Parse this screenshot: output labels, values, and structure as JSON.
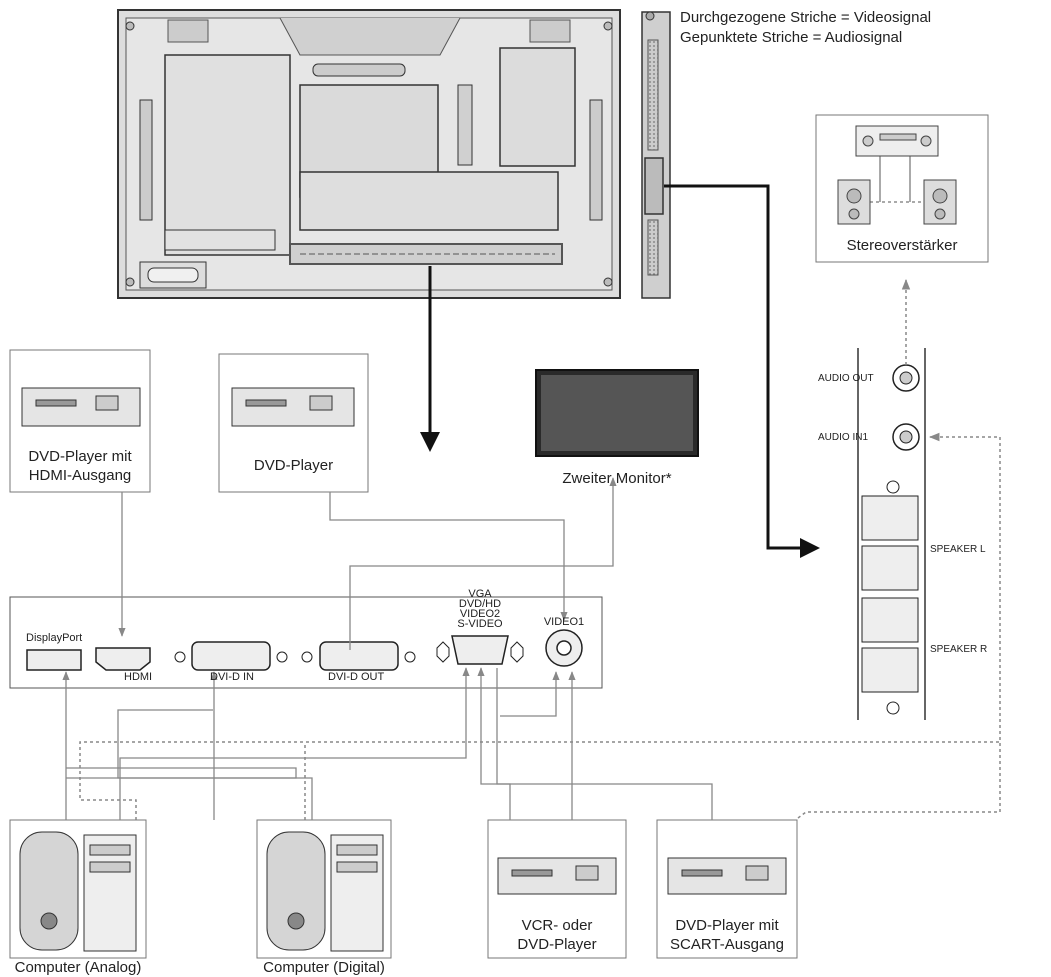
{
  "legend": {
    "solid": "Durchgezogene Striche = Videosignal",
    "dotted": "Gepunktete Striche = Audiosignal"
  },
  "devices": {
    "stereo_amp": "Stereoverstärker",
    "dvd_hdmi": [
      "DVD-Player mit",
      "HDMI-Ausgang"
    ],
    "dvd_player": "DVD-Player",
    "second_monitor": "Zweiter Monitor*",
    "computer_analog": "Computer (Analog)",
    "computer_digital": "Computer (Digital)",
    "vcr_dvd": [
      "VCR- oder",
      "DVD-Player"
    ],
    "dvd_scart": [
      "DVD-Player mit",
      "SCART-Ausgang"
    ]
  },
  "ports": {
    "displayport": "DisplayPort",
    "hdmi": "HDMI",
    "dvi_in": "DVI-D IN",
    "dvi_out": "DVI-D OUT",
    "vga_stack": [
      "VGA",
      "DVD/HD",
      "VIDEO2",
      "S-VIDEO"
    ],
    "video1": "VIDEO1"
  },
  "side_panel": {
    "audio_out": "AUDIO OUT",
    "audio_in1": "AUDIO IN1",
    "speaker_l": "SPEAKER L",
    "speaker_r": "SPEAKER R"
  }
}
